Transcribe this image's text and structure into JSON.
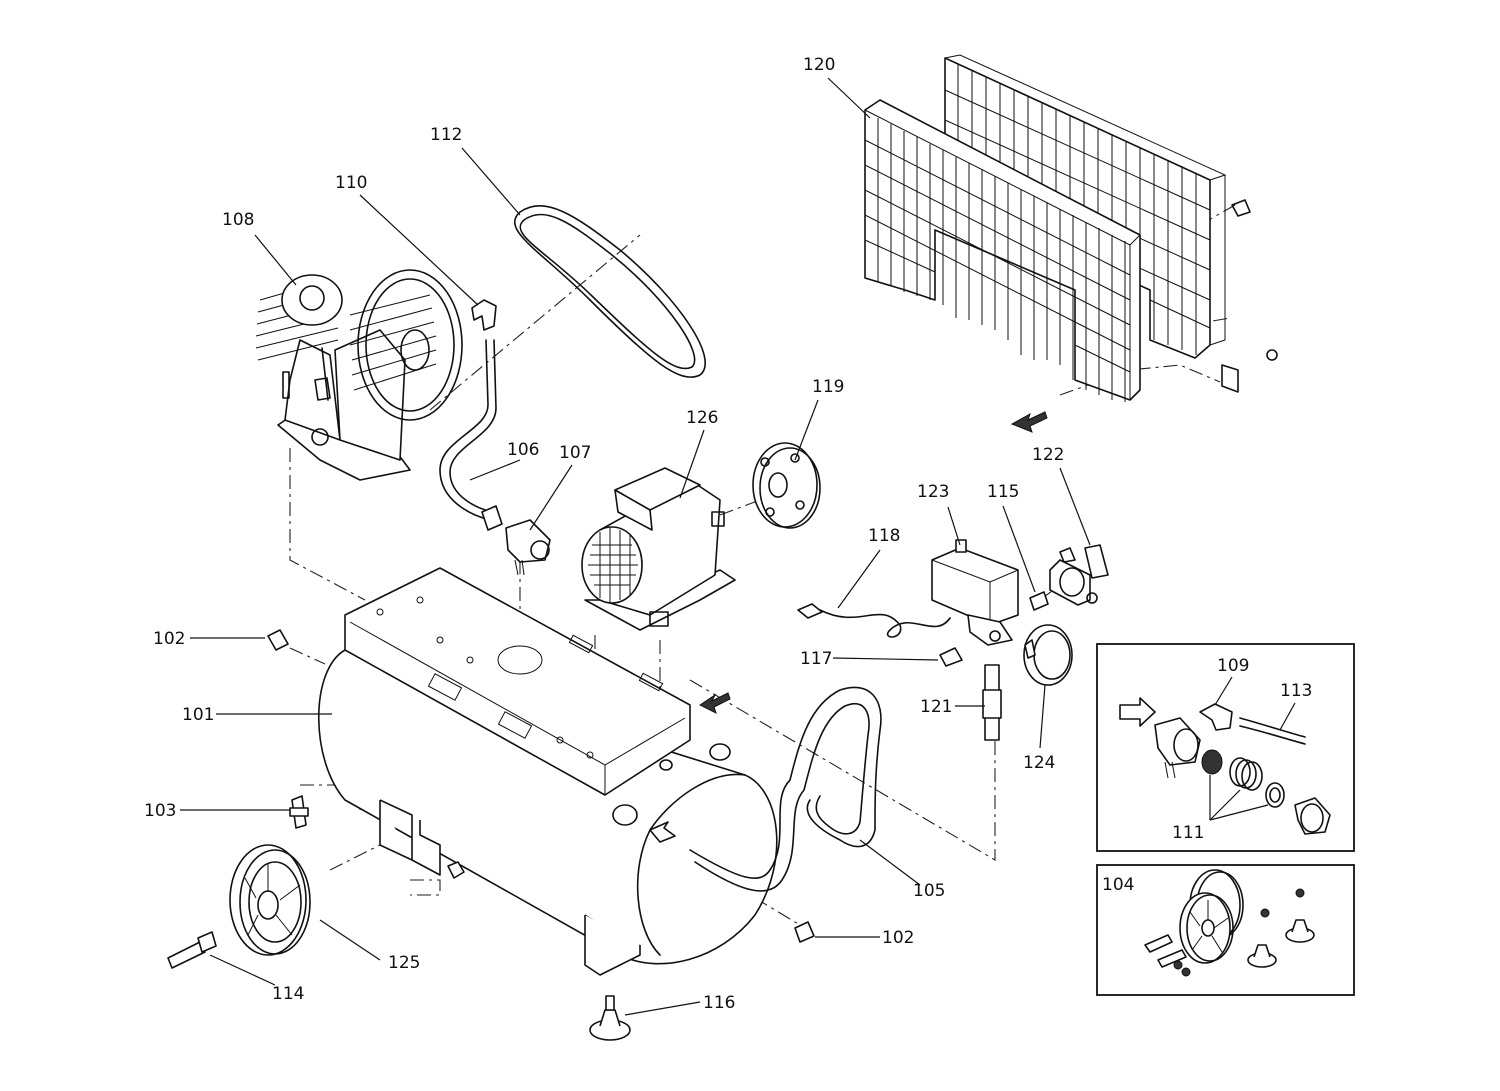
{
  "callouts": {
    "c101": "101",
    "c102a": "102",
    "c102b": "102",
    "c103": "103",
    "c104": "104",
    "c105": "105",
    "c106": "106",
    "c107": "107",
    "c108": "108",
    "c109": "109",
    "c110": "110",
    "c111": "111",
    "c112": "112",
    "c113": "113",
    "c114": "114",
    "c115": "115",
    "c116": "116",
    "c117": "117",
    "c118": "118",
    "c119": "119",
    "c120": "120",
    "c121": "121",
    "c122": "122",
    "c123": "123",
    "c124": "124",
    "c125": "125",
    "c126": "126"
  }
}
